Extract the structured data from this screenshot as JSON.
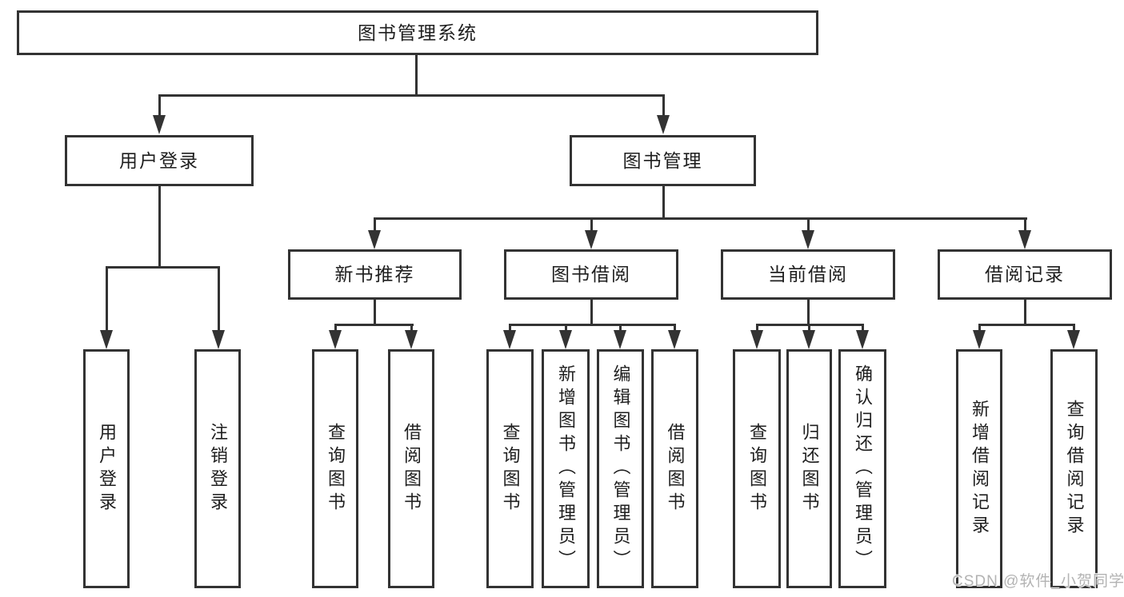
{
  "root": {
    "label": "图书管理系统"
  },
  "userLogin": {
    "label": "用户登录",
    "children": [
      {
        "label": "用户登录"
      },
      {
        "label": "注销登录"
      }
    ]
  },
  "bookMgmt": {
    "label": "图书管理"
  },
  "newBookRec": {
    "label": "新书推荐",
    "children": [
      {
        "label": "查询图书"
      },
      {
        "label": "借阅图书"
      }
    ]
  },
  "bookBorrow": {
    "label": "图书借阅",
    "children": [
      {
        "label": "查询图书"
      },
      {
        "label": "新增图书（管理员）"
      },
      {
        "label": "编辑图书（管理员）"
      },
      {
        "label": "借阅图书"
      }
    ]
  },
  "currentBorrow": {
    "label": "当前借阅",
    "children": [
      {
        "label": "查询图书"
      },
      {
        "label": "归还图书"
      },
      {
        "label": "确认归还（管理员）"
      }
    ]
  },
  "borrowRecords": {
    "label": "借阅记录",
    "children": [
      {
        "label": "新增借阅记录"
      },
      {
        "label": "查询借阅记录"
      }
    ]
  },
  "watermark": {
    "text": "CSDN @软件_小贺同学"
  },
  "colors": {
    "line": "#333333",
    "text": "#1e1e1e",
    "watermark": "#b3b3b3",
    "background": "#ffffff"
  }
}
